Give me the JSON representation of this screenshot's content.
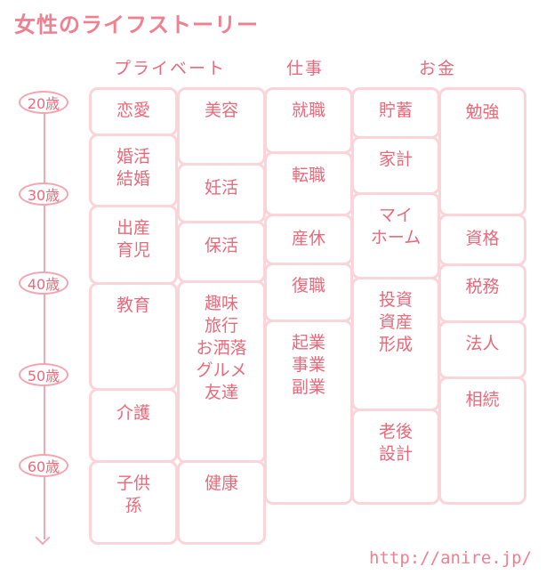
{
  "title": "女性のライフストーリー",
  "headers": {
    "private": "プライベート",
    "work": "仕事",
    "money": "お金"
  },
  "ages": [
    "20歳",
    "30歳",
    "40歳",
    "50歳",
    "60歳"
  ],
  "cards": {
    "love": "恋愛",
    "marriage": "婚活\n結婚",
    "childbirth": "出産\n育児",
    "education": "教育",
    "care": "介護",
    "grandchildren": "子供\n孫",
    "beauty": "美容",
    "pregnancy": "妊活",
    "nursery": "保活",
    "hobbies": "趣味\n旅行\nお洒落\nグルメ\n友達",
    "health": "健康",
    "job_hunting": "就職",
    "job_change": "転職",
    "maternity_leave": "産休",
    "return_to_work": "復職",
    "entrepreneurship": "起業\n事業\n副業",
    "savings": "貯蓄",
    "household_budget": "家計",
    "my_home": "マイ\nホーム",
    "investment": "投資\n資産\n形成",
    "retirement": "老後\n設計",
    "study": "勉強",
    "qualification": "資格",
    "tax": "税務",
    "corporation": "法人",
    "inheritance": "相続"
  },
  "url": "http://anire.jp/",
  "colors": {
    "text": "#e8697a",
    "card_border": "#fad4d9",
    "timeline": "#f2a8b2"
  }
}
